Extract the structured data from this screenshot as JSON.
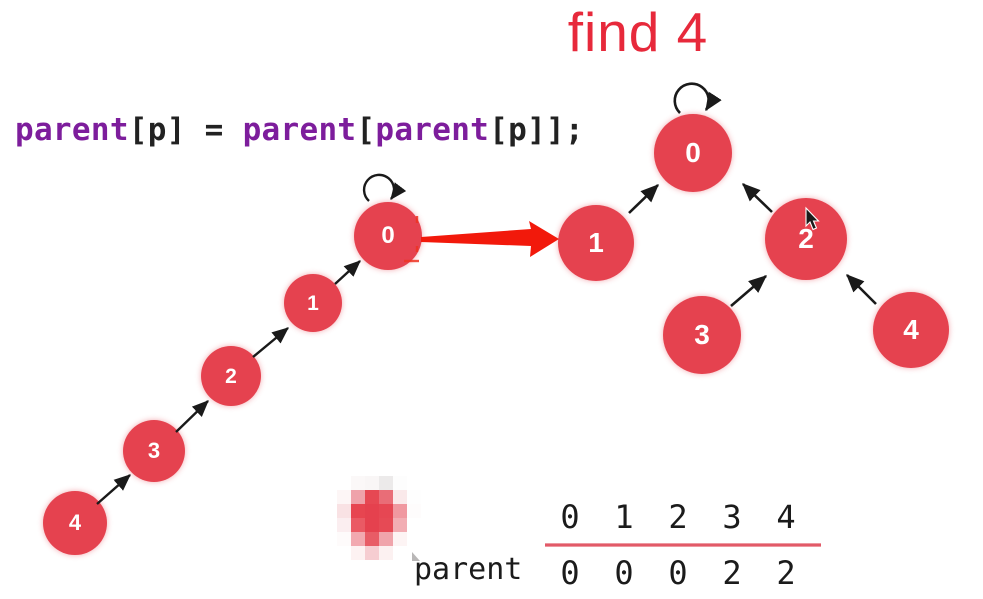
{
  "title": "find 4",
  "code": {
    "segments": [
      {
        "text": "parent"
      },
      {
        "text": "[p] = "
      },
      {
        "text": "parent"
      },
      {
        "text": "["
      },
      {
        "text": "parent"
      },
      {
        "text": "[p]];"
      }
    ]
  },
  "left_chain": {
    "nodes": [
      {
        "label": "0"
      },
      {
        "label": "1"
      },
      {
        "label": "2"
      },
      {
        "label": "3"
      },
      {
        "label": "4"
      }
    ],
    "edges": [
      "4->3",
      "3->2",
      "2->1",
      "1->0",
      "0->0"
    ]
  },
  "right_tree": {
    "nodes": [
      {
        "label": "0"
      },
      {
        "label": "1"
      },
      {
        "label": "2"
      },
      {
        "label": "3"
      },
      {
        "label": "4"
      }
    ],
    "edges": [
      "1->0",
      "2->0",
      "3->2",
      "4->2",
      "0->0"
    ]
  },
  "table": {
    "row_label": "parent",
    "indices": [
      "0",
      "1",
      "2",
      "3",
      "4"
    ],
    "values": [
      "0",
      "0",
      "0",
      "2",
      "2"
    ]
  },
  "colors": {
    "node_fill": "#e5424f",
    "title_red": "#e7293b",
    "code_purple": "#7d1d9c",
    "big_arrow_red": "#f2190b",
    "table_line_red": "#e25a68",
    "edge_black": "#1a1a1a"
  },
  "icons": {
    "cursor": "mouse-cursor-icon",
    "self_loop": "self-loop-arrow"
  },
  "mosaic": {
    "rows": [
      [
        "#ffffff",
        "#fbf8f8",
        "#f9f6f6",
        "#eceaea",
        "#fdfdfd",
        "#ffffff"
      ],
      [
        "#fdf6f6",
        "#efa2aa",
        "#e64853",
        "#e96d77",
        "#fae9ea",
        "#fefefe"
      ],
      [
        "#f9e2e4",
        "#e74550",
        "#e5414e",
        "#e64753",
        "#f098a0",
        "#fefcfc"
      ],
      [
        "#fbeef0",
        "#ea5a64",
        "#e5414e",
        "#e64a55",
        "#f2adb3",
        "#ffffff"
      ],
      [
        "#fefbfb",
        "#f2a9b0",
        "#e85c66",
        "#f0a4ab",
        "#fdf4f4",
        "#ffffff"
      ],
      [
        "#ffffff",
        "#fdf2f2",
        "#f6cdd1",
        "#fcf1f1",
        "#ffffff",
        "#ffffff"
      ]
    ]
  }
}
